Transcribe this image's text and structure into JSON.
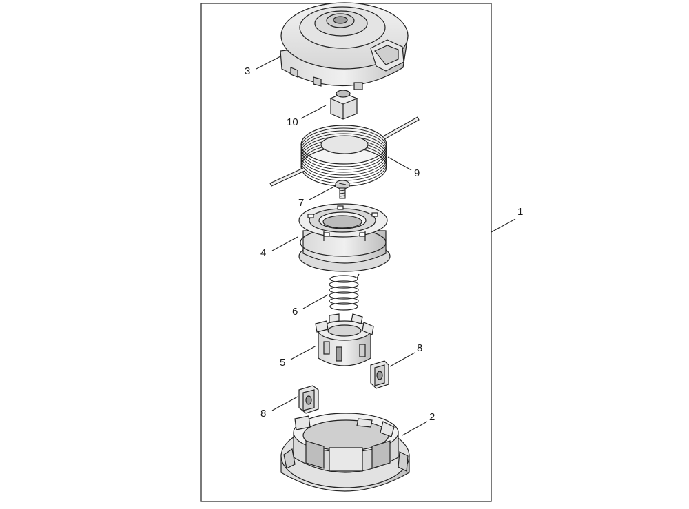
{
  "callouts": {
    "c1": "1",
    "c2": "2",
    "c3": "3",
    "c4": "4",
    "c5": "5",
    "c6": "6",
    "c7": "7",
    "c8a": "8",
    "c8b": "8",
    "c9": "9",
    "c10": "10"
  },
  "colors": {
    "stroke": "#222222",
    "part_light": "#ececec",
    "part_mid": "#d4d4d4",
    "part_dark": "#b5b5b5",
    "line_gray": "#8a8a8a"
  }
}
